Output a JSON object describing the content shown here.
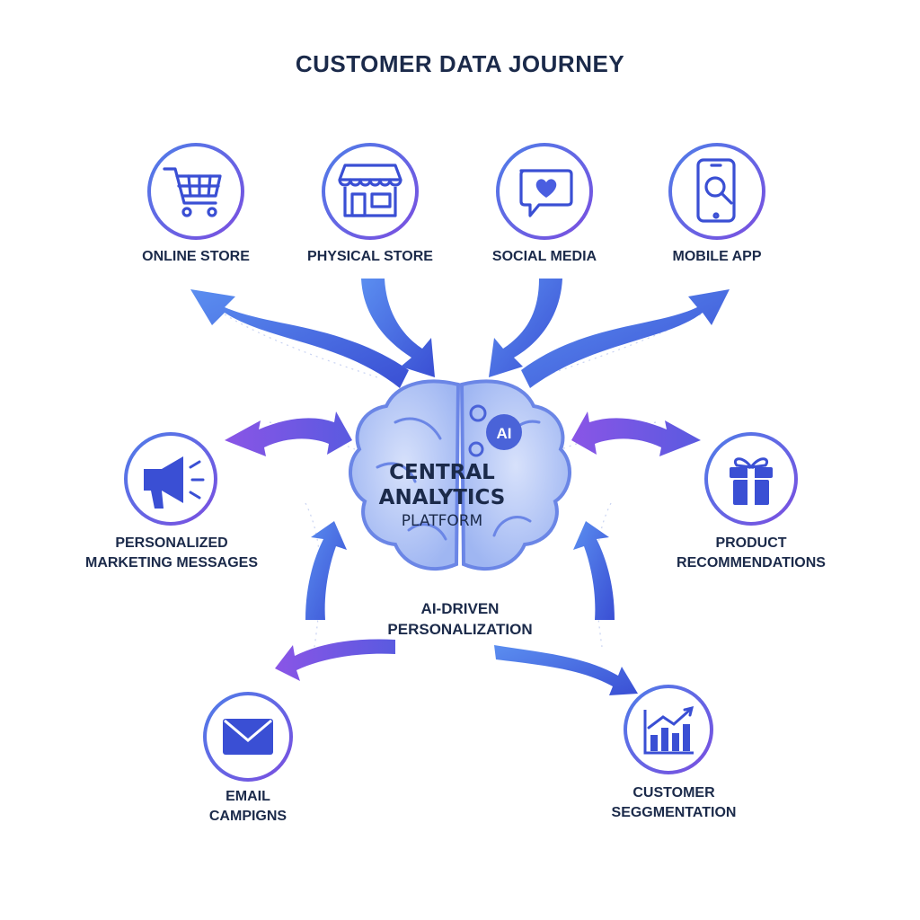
{
  "title": "CUSTOMER DATA JOURNEY",
  "center": {
    "line1": "CENTRAL",
    "line2": "ANALYTICS",
    "line3": "PLATFORM",
    "ai_badge": "AI"
  },
  "ai_caption": "AI-DRIVEN\nPERSONALIZATION",
  "nodes": {
    "online_store": {
      "label": "ONLINE STORE",
      "icon": "shopping-cart-icon"
    },
    "physical_store": {
      "label": "PHYSICAL STORE",
      "icon": "storefront-icon"
    },
    "social_media": {
      "label": "SOCIAL MEDIA",
      "icon": "heart-chat-icon"
    },
    "mobile_app": {
      "label": "MOBILE APP",
      "icon": "phone-search-icon"
    },
    "marketing": {
      "label": "PERSONALIZED\nMARKETING MESSAGES",
      "icon": "megaphone-icon"
    },
    "recommendations": {
      "label": "PRODUCT\nRECOMMENDATIONS",
      "icon": "gift-icon"
    },
    "email": {
      "label": "EMAIL\nCAMPIGNS",
      "icon": "envelope-icon"
    },
    "segmentation": {
      "label": "CUSTOMER\nSEGGMENTATION",
      "icon": "bar-chart-icon"
    }
  },
  "colors": {
    "blue": "#3d6fe0",
    "indigo": "#4b4fd6",
    "purple": "#7b4fe0",
    "text": "#1b2a4a",
    "brain_fill": "#b9c9f5"
  }
}
